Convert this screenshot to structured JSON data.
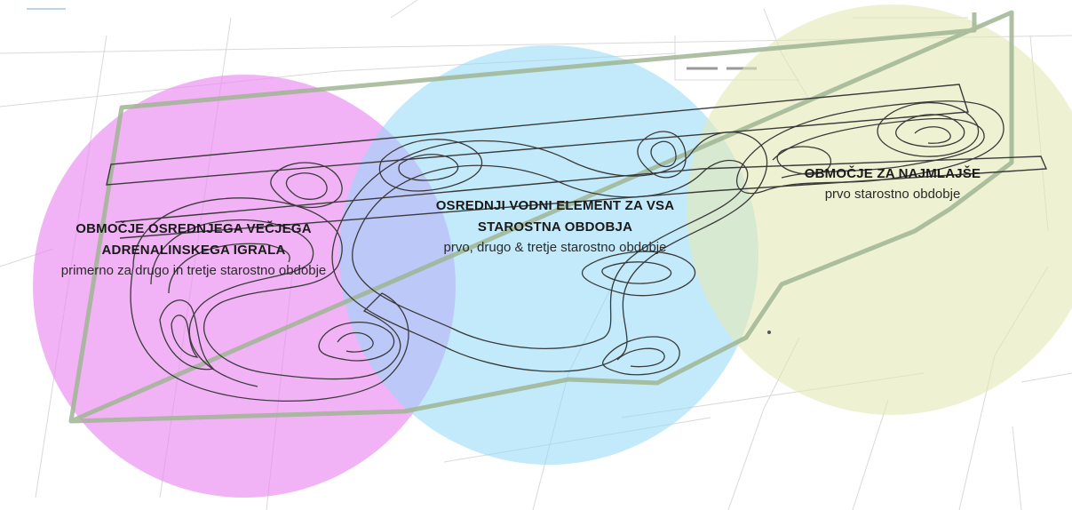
{
  "zones": [
    {
      "title": "OBMOČJE OSREDNJEGA VEČJEGA\nADRENALINSKEGA IGRALA",
      "subtitle": "primerno za drugo in tretje starostno obdobje",
      "color": "#e98af0"
    },
    {
      "title": "OSREDNJI VODNI ELEMENT ZA VSA\nSTAROSTNA OBDOBJA",
      "subtitle": "prvo, drugo & tretje starostno obdobje",
      "color": "#8fd9f7"
    },
    {
      "title": "OBMOČJE ZA NAJMLAJŠE",
      "subtitle": "prvo starostno obdobje",
      "color": "#e4e7b5"
    }
  ],
  "colors": {
    "site_boundary": "#9fb593",
    "contour_lines": "#3a3a3a",
    "background_lines": "#d9d9d9"
  }
}
